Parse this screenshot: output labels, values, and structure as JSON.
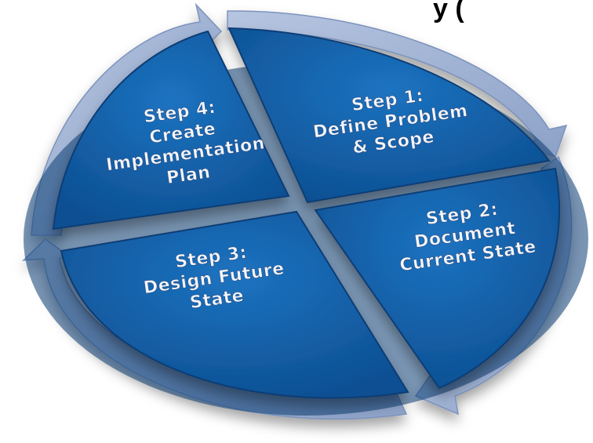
{
  "header_partial_text": "y (",
  "steps": [
    {
      "id": "step-1",
      "lines": [
        "Step 1:",
        "Define Problem",
        "& Scope"
      ]
    },
    {
      "id": "step-2",
      "lines": [
        "Step 2:",
        "Document",
        "Current State"
      ]
    },
    {
      "id": "step-3",
      "lines": [
        "Step 3:",
        "Design Future",
        "State"
      ]
    },
    {
      "id": "step-4",
      "lines": [
        "Step 4:",
        "Create",
        "Implementation",
        "Plan"
      ]
    }
  ],
  "colors": {
    "segment_fill": "#1361a8",
    "segment_dark": "#0b3e74",
    "arrow_fill": "#9fb2d3",
    "arrow_edge": "#7d93bd",
    "label_text": "#f3f6fb"
  }
}
